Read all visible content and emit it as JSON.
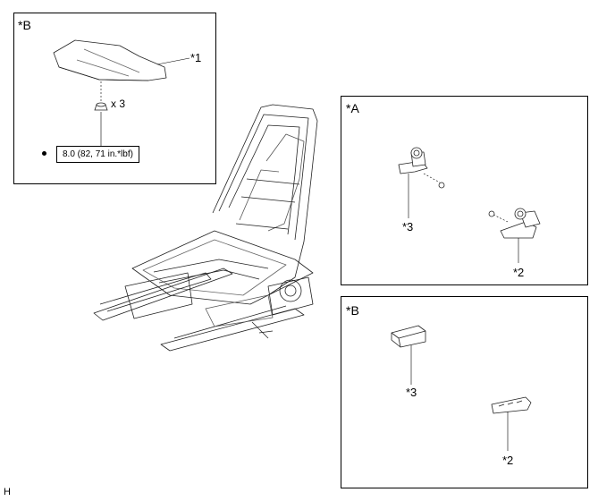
{
  "panel_b_top": {
    "label": "*B",
    "callout_1": "*1",
    "qty": "x 3",
    "torque": "8.0 (82, 71 in.*lbf)"
  },
  "panel_a": {
    "label": "*A",
    "callout_3": "*3",
    "callout_2": "*2"
  },
  "panel_b_bottom": {
    "label": "*B",
    "callout_3": "*3",
    "callout_2": "*2"
  },
  "footer": {
    "code": "H"
  }
}
